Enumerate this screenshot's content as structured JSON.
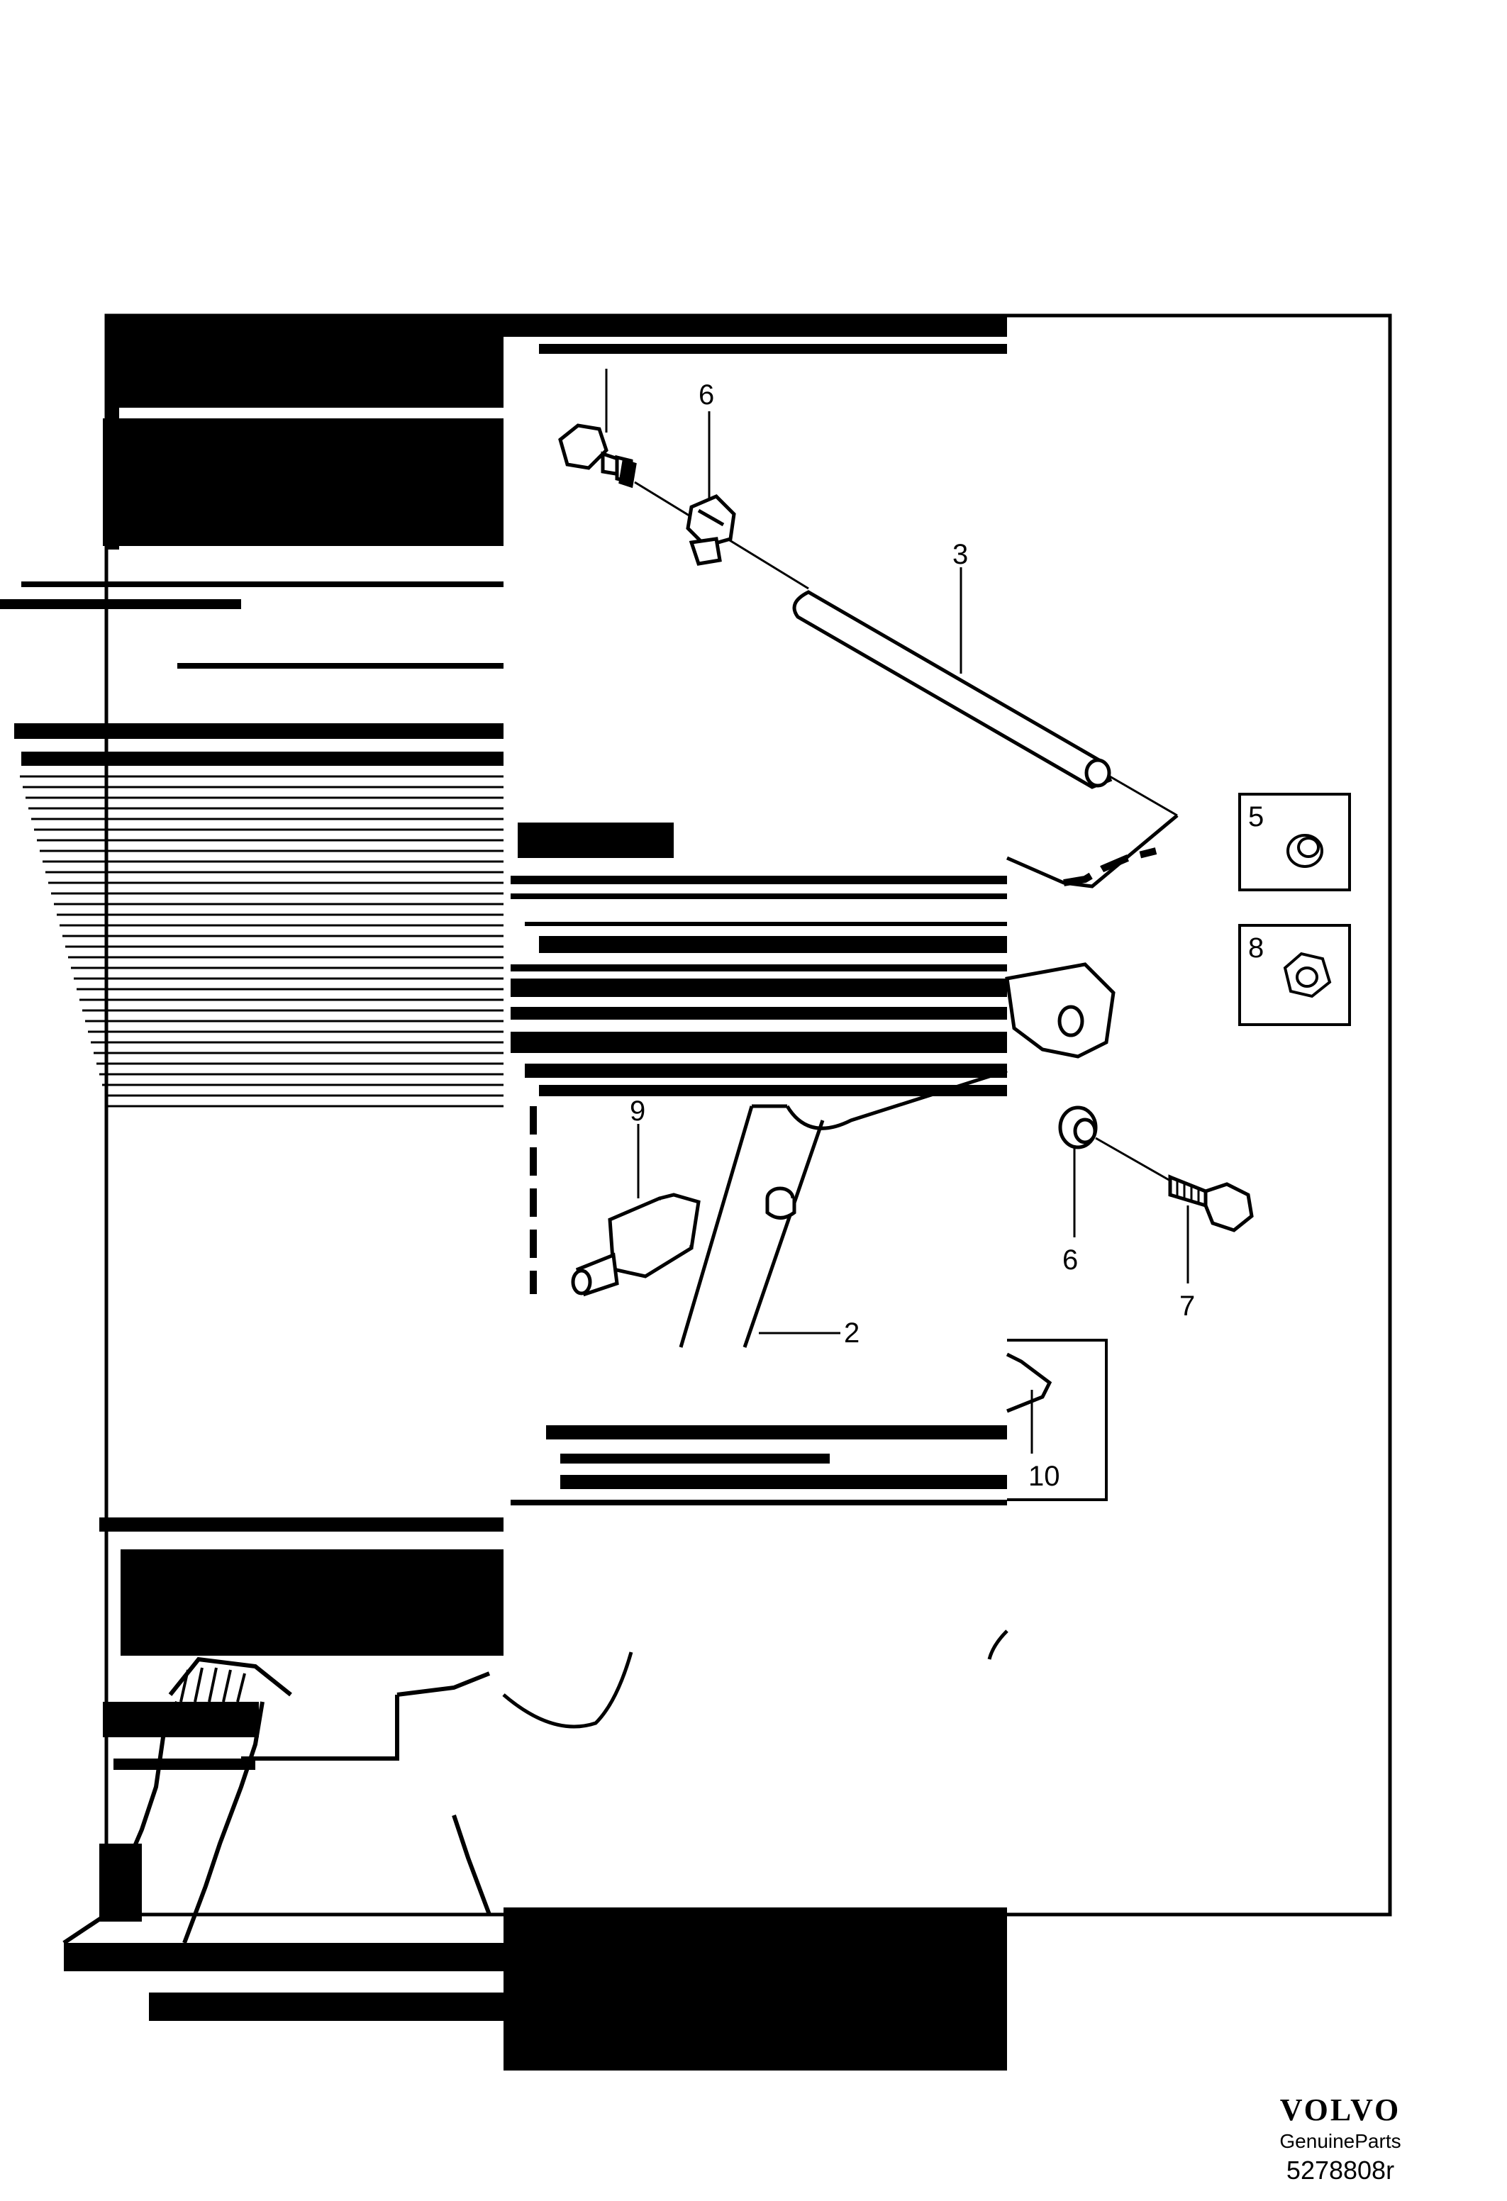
{
  "diagram": {
    "callouts": {
      "c2": "2",
      "c3": "3",
      "c5": "5",
      "c6a": "6",
      "c6b": "6",
      "c7": "7",
      "c8": "8",
      "c9": "9",
      "c10": "10"
    }
  },
  "brand": {
    "logo": "VOLVO",
    "subtitle": "GenuineParts",
    "reference": "5278808r"
  }
}
